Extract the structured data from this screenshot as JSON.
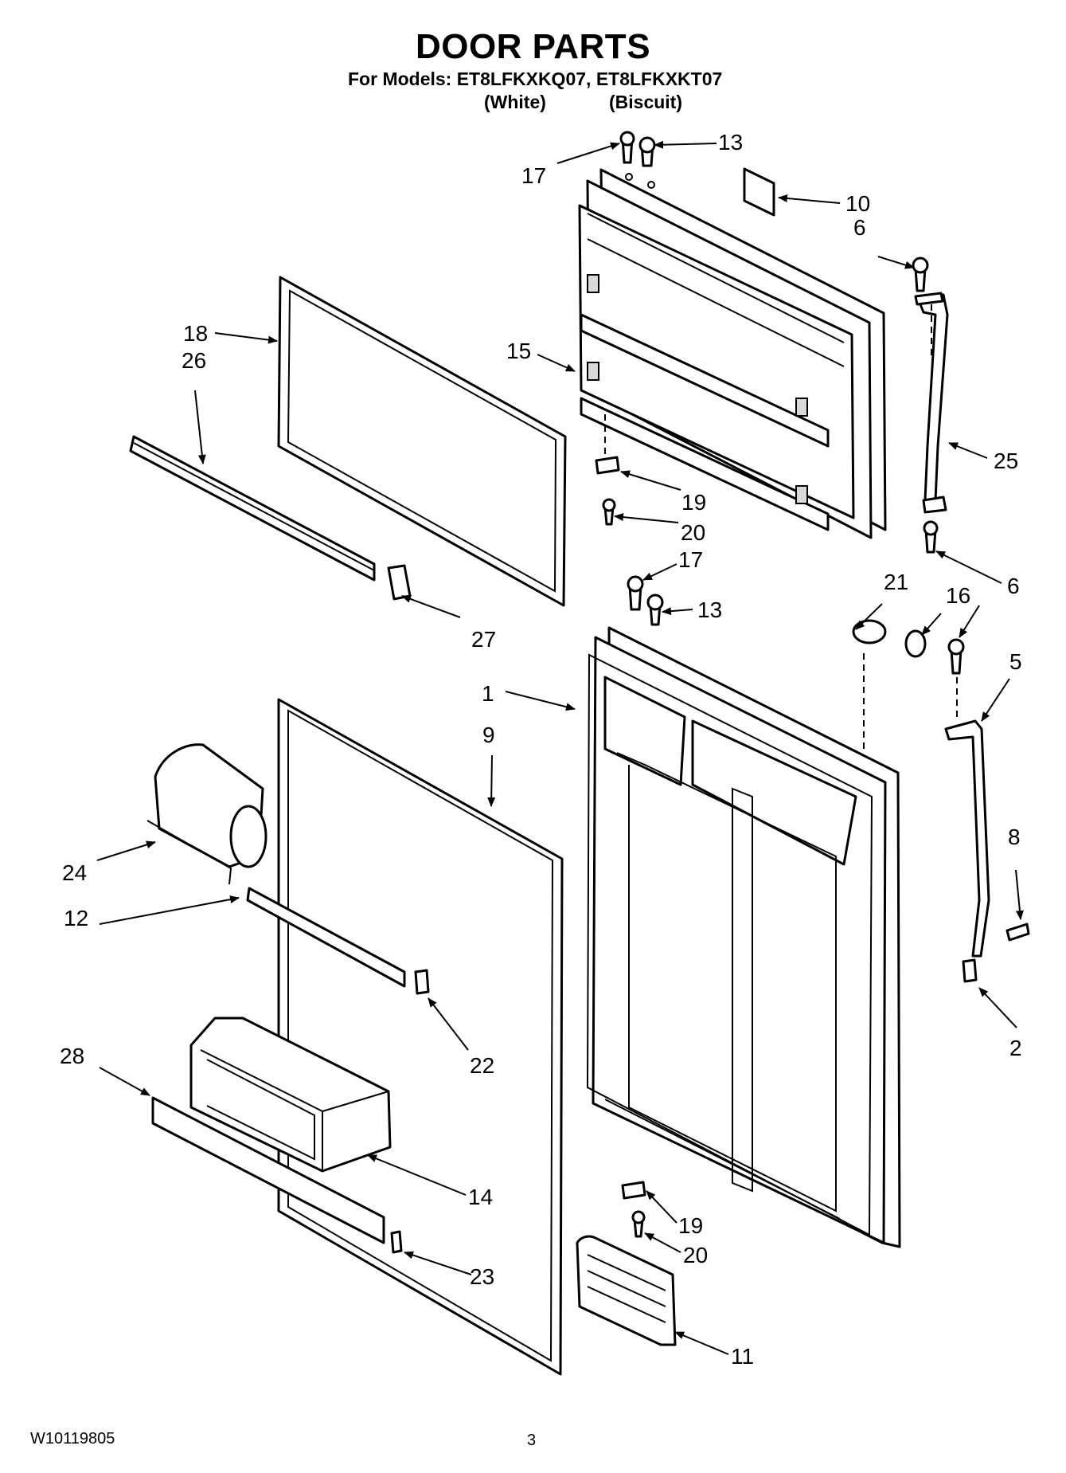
{
  "header": {
    "title": "DOOR PARTS",
    "models_line": "For Models: ET8LFKXKQ07, ET8LFKXKT07",
    "color_1": "(White)",
    "color_2": "(Biscuit)"
  },
  "callouts": [
    "17",
    "13",
    "10",
    "6",
    "18",
    "26",
    "15",
    "25",
    "19",
    "20",
    "17",
    "13",
    "27",
    "21",
    "16",
    "6",
    "1",
    "5",
    "9",
    "24",
    "8",
    "12",
    "22",
    "2",
    "28",
    "14",
    "19",
    "20",
    "23",
    "11"
  ],
  "footer": {
    "doc_number": "W10119805",
    "page_number": "3"
  }
}
